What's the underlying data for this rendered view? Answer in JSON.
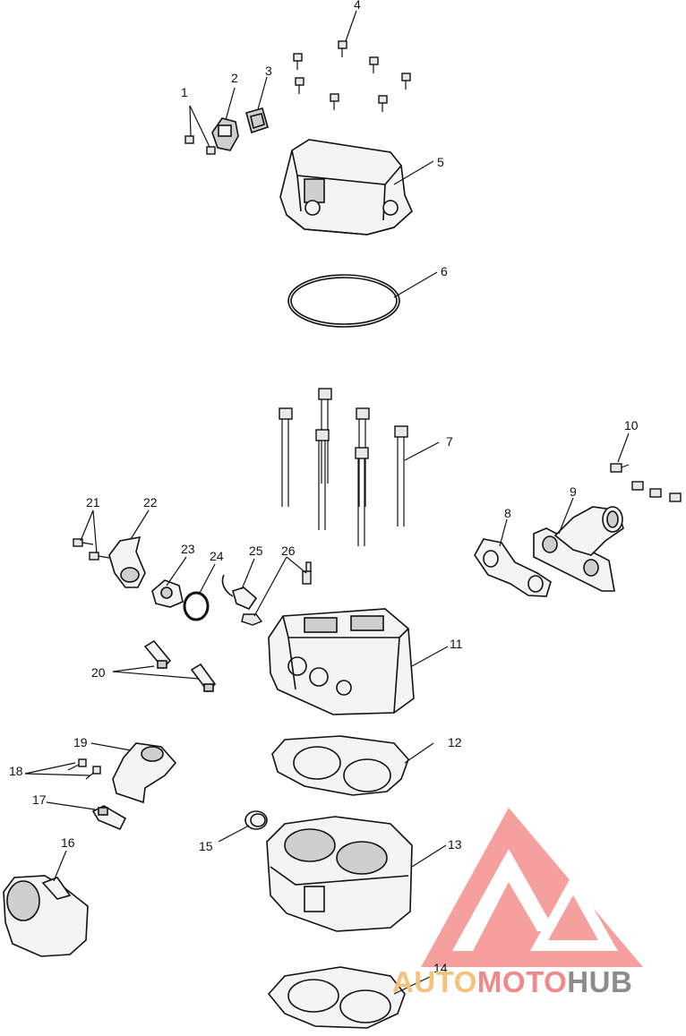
{
  "diagram": {
    "callouts": [
      {
        "id": "1",
        "text": "1"
      },
      {
        "id": "2",
        "text": "2"
      },
      {
        "id": "3",
        "text": "3"
      },
      {
        "id": "4",
        "text": "4"
      },
      {
        "id": "5",
        "text": "5"
      },
      {
        "id": "6",
        "text": "6"
      },
      {
        "id": "7",
        "text": "7"
      },
      {
        "id": "8",
        "text": "8"
      },
      {
        "id": "9",
        "text": "9"
      },
      {
        "id": "10",
        "text": "10"
      },
      {
        "id": "11",
        "text": "11"
      },
      {
        "id": "12",
        "text": "12"
      },
      {
        "id": "13",
        "text": "13"
      },
      {
        "id": "14",
        "text": "14"
      },
      {
        "id": "15",
        "text": "15"
      },
      {
        "id": "16",
        "text": "16"
      },
      {
        "id": "17",
        "text": "17"
      },
      {
        "id": "18",
        "text": "18"
      },
      {
        "id": "19",
        "text": "19"
      },
      {
        "id": "20",
        "text": "20"
      },
      {
        "id": "21",
        "text": "21"
      },
      {
        "id": "22",
        "text": "22"
      },
      {
        "id": "23",
        "text": "23"
      },
      {
        "id": "24",
        "text": "24"
      },
      {
        "id": "25",
        "text": "25"
      },
      {
        "id": "26",
        "text": "26"
      }
    ]
  },
  "watermark": {
    "part1": "AUTO",
    "part2": "MOTO",
    "part3": "HUB",
    "colors": {
      "auto": "#f6c27a",
      "moto": "#f08a8a",
      "hub": "#8c8c8c",
      "logo": "#f28080"
    }
  }
}
